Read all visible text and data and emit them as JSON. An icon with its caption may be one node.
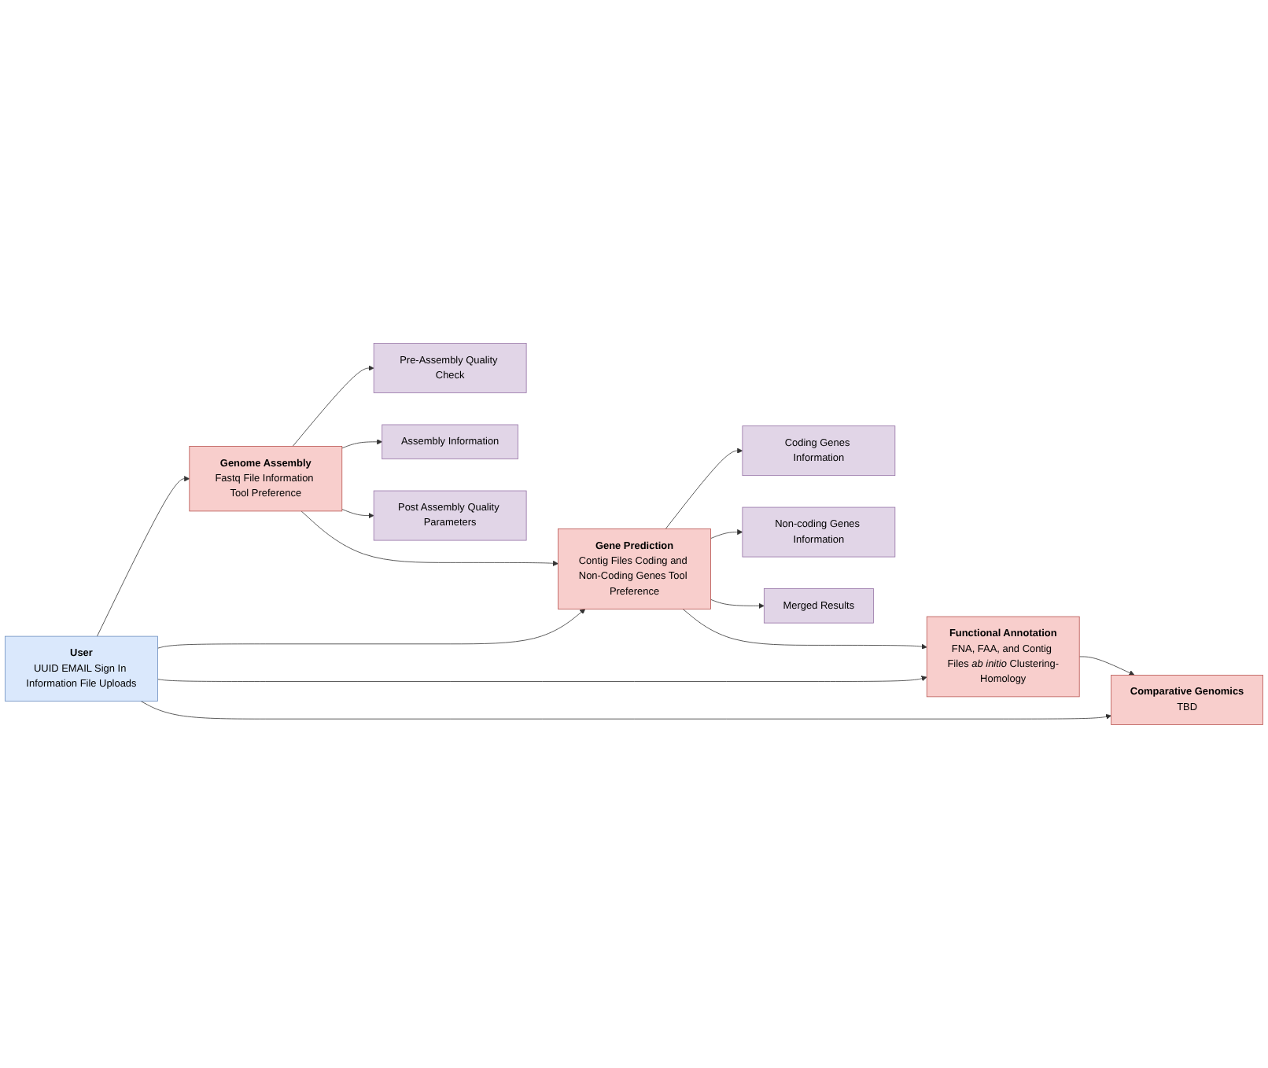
{
  "diagram": {
    "nodes": [
      {
        "text": [
          "User",
          "UUID EMAIL Sign In Information File Uploads"
        ]
      },
      {
        "text": [
          "Genome Assembly",
          "Fastq File Information Tool Preference"
        ]
      },
      {
        "text": [
          "Gene Prediction",
          "Contig Files Coding and Non-Coding Genes Tool Preference"
        ]
      },
      {
        "text": [
          "Functional Annotation",
          "FNA, FAA, and Contig Files *ab initio* Clustering-Homology"
        ]
      },
      {
        "text": [
          "Comparative Genomics",
          "TBD"
        ]
      },
      {
        "text": [
          "Pre-Assembly Quality Check"
        ]
      },
      {
        "text": [
          "Assembly Information"
        ]
      },
      {
        "text": [
          "Post Assembly Quality Parameters"
        ]
      },
      {
        "text": [
          "Coding Genes Information"
        ]
      },
      {
        "text": [
          "Non-coding Genes Information"
        ]
      },
      {
        "text": [
          "Merged Results"
        ]
      }
    ],
    "edges": [
      {
        "from": 0,
        "to": 1,
        "arrow": "to"
      },
      {
        "from": 1,
        "to": 2,
        "arrow": "to"
      },
      {
        "from": 2,
        "to": 3,
        "arrow": "to"
      },
      {
        "from": 3,
        "to": 4,
        "arrow": "to"
      },
      {
        "from": 0,
        "to": 2,
        "arrow": "to"
      },
      {
        "from": 0,
        "to": 3,
        "arrow": "to"
      },
      {
        "from": 0,
        "to": 4,
        "arrow": "to"
      },
      {
        "from": 1,
        "to": 5,
        "arrow": "to"
      },
      {
        "from": 1,
        "to": 6,
        "arrow": "to"
      },
      {
        "from": 1,
        "to": 7,
        "arrow": "to"
      },
      {
        "from": 2,
        "to": 8,
        "arrow": "to"
      },
      {
        "from": 2,
        "to": 9,
        "arrow": "to"
      },
      {
        "from": 2,
        "to": 10,
        "arrow": "to"
      }
    ]
  }
}
